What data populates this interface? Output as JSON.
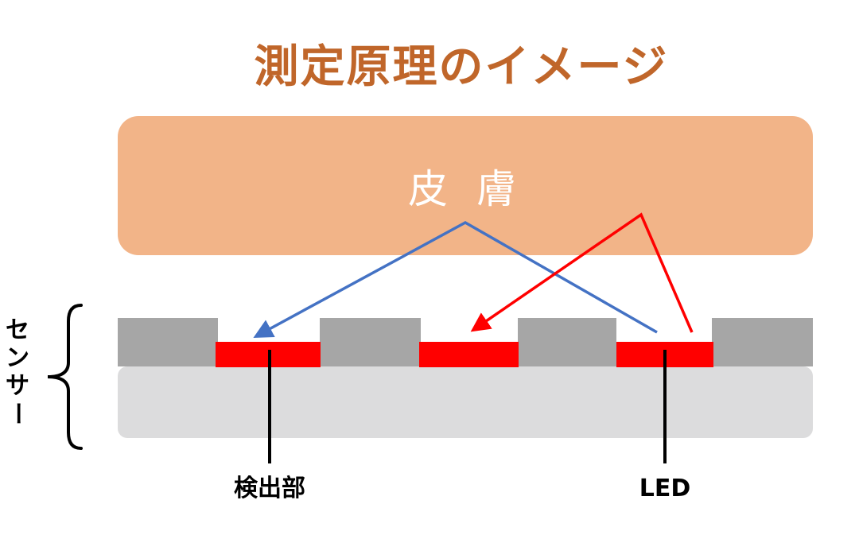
{
  "title": "測定原理のイメージ",
  "skin_label": "皮 膚",
  "sensor_label": "センサー",
  "detector_label": "検出部",
  "led_label": "LED",
  "colors": {
    "title": "#c0662a",
    "skin": "#f2b488",
    "skin_text": "#ffffff",
    "sensor_base": "#dcdcdd",
    "sensor_block": "#a6a6a6",
    "emitter": "#ff0000",
    "blue_ray": "#4472c4",
    "red_ray": "#ff0000",
    "leader": "#000000"
  }
}
